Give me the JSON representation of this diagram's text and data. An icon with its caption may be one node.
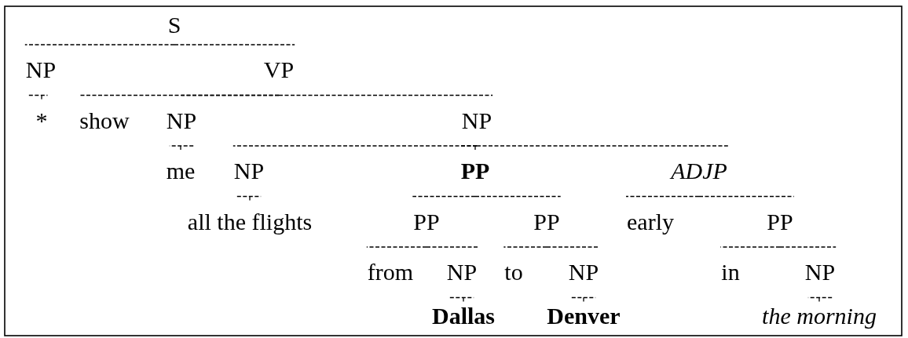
{
  "diagram": {
    "nodes": [
      {
        "text": [
          "S"
        ]
      },
      {
        "text": [
          "NP"
        ]
      },
      {
        "text": [
          "VP"
        ]
      },
      {
        "text": [
          "*"
        ]
      },
      {
        "text": [
          "show"
        ]
      },
      {
        "text": [
          "NP"
        ]
      },
      {
        "text": [
          "NP"
        ]
      },
      {
        "text": [
          "me"
        ]
      },
      {
        "text": [
          "NP"
        ]
      },
      {
        "text": [
          "PP"
        ]
      },
      {
        "text": [
          "ADJP"
        ]
      },
      {
        "text": [
          "all the flights"
        ]
      },
      {
        "text": [
          "PP"
        ]
      },
      {
        "text": [
          "PP"
        ]
      },
      {
        "text": [
          "early"
        ]
      },
      {
        "text": [
          "PP"
        ]
      },
      {
        "text": [
          "from"
        ]
      },
      {
        "text": [
          "NP"
        ]
      },
      {
        "text": [
          "to"
        ]
      },
      {
        "text": [
          "NP"
        ]
      },
      {
        "text": [
          "in"
        ]
      },
      {
        "text": [
          "NP"
        ]
      },
      {
        "text": [
          "Dallas"
        ]
      },
      {
        "text": [
          "Denver"
        ]
      },
      {
        "text": [
          "the morning"
        ]
      }
    ],
    "edges": [
      {
        "from": 0,
        "to": 1,
        "arrow": "none",
        "style": "dashed"
      },
      {
        "from": 0,
        "to": 2,
        "arrow": "none",
        "style": "dashed"
      },
      {
        "from": 1,
        "to": 3,
        "arrow": "none",
        "style": "dashed"
      },
      {
        "from": 2,
        "to": 4,
        "arrow": "none",
        "style": "dashed"
      },
      {
        "from": 2,
        "to": 5,
        "arrow": "none",
        "style": "dashed"
      },
      {
        "from": 2,
        "to": 6,
        "arrow": "none",
        "style": "dashed"
      },
      {
        "from": 5,
        "to": 7,
        "arrow": "none",
        "style": "dashed"
      },
      {
        "from": 6,
        "to": 8,
        "arrow": "none",
        "style": "dashed"
      },
      {
        "from": 6,
        "to": 9,
        "arrow": "none",
        "style": "dashed"
      },
      {
        "from": 6,
        "to": 10,
        "arrow": "none",
        "style": "dashed"
      },
      {
        "from": 8,
        "to": 11,
        "arrow": "none",
        "style": "dashed"
      },
      {
        "from": 9,
        "to": 12,
        "arrow": "none",
        "style": "dashed"
      },
      {
        "from": 9,
        "to": 13,
        "arrow": "none",
        "style": "dashed"
      },
      {
        "from": 10,
        "to": 14,
        "arrow": "none",
        "style": "dashed"
      },
      {
        "from": 10,
        "to": 15,
        "arrow": "none",
        "style": "dashed"
      },
      {
        "from": 12,
        "to": 16,
        "arrow": "none",
        "style": "dashed"
      },
      {
        "from": 12,
        "to": 17,
        "arrow": "none",
        "style": "dashed"
      },
      {
        "from": 13,
        "to": 18,
        "arrow": "none",
        "style": "dashed"
      },
      {
        "from": 13,
        "to": 19,
        "arrow": "none",
        "style": "dashed"
      },
      {
        "from": 15,
        "to": 20,
        "arrow": "none",
        "style": "dashed"
      },
      {
        "from": 15,
        "to": 21,
        "arrow": "none",
        "style": "dashed"
      },
      {
        "from": 17,
        "to": 22,
        "arrow": "none",
        "style": "dashed"
      },
      {
        "from": 19,
        "to": 23,
        "arrow": "none",
        "style": "dashed"
      },
      {
        "from": 21,
        "to": 24,
        "arrow": "none",
        "style": "dashed"
      }
    ]
  }
}
